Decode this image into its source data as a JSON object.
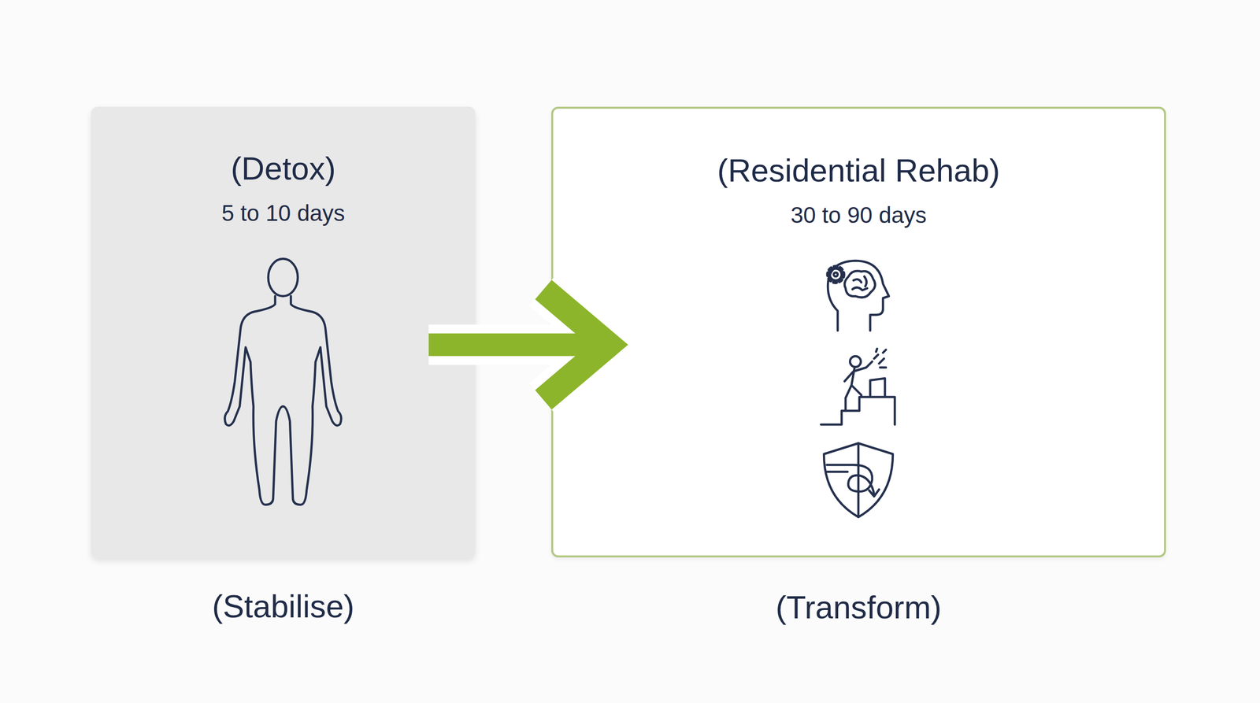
{
  "diagram": {
    "nodes": [
      {
        "text": [
          "(Detox)",
          "5 to 10 days",
          "(Stabilise)"
        ]
      },
      {
        "text": [
          "(Residential Rehab)",
          "30 to 90 days",
          "(Transform)"
        ]
      }
    ],
    "edges": [
      {
        "from": 0,
        "to": 1,
        "arrow": "to"
      }
    ]
  }
}
